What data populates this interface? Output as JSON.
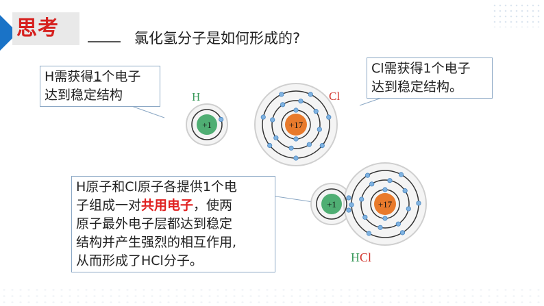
{
  "header": {
    "title": "思考",
    "question": "氯化氢分子是如何形成的?"
  },
  "callouts": {
    "h": {
      "line1_pre": "H需获得",
      "line1_num": "1",
      "line1_post": "个电子",
      "line2": "达到稳定结构"
    },
    "cl": {
      "line1": "Cl需获得1个电子",
      "line2": "达到稳定结构。"
    },
    "hcl": {
      "line1": "H原子和Cl原子各提供1个电",
      "line2_pre": "子组成一对",
      "line2_red": "共用电子",
      "line2_post": "，使两",
      "line3": "原子最外电子层都达到稳定",
      "line4": "结构并产生强烈的相互作用,",
      "line5": "从而形成了HCl分子。"
    }
  },
  "diagram": {
    "h_label": "H",
    "cl_label": "Cl",
    "h_nucleus": "+1",
    "cl_nucleus": "+17",
    "hcl_h_nucleus": "+1",
    "hcl_cl_nucleus": "+17",
    "hcl_label_h": "H",
    "hcl_label_cl": "Cl",
    "colors": {
      "h_nucleus": "#4fae73",
      "cl_nucleus": "#e87a2c",
      "electron": "#7fb2e0",
      "h_label": "#3a9a5b",
      "cl_label": "#d2332b"
    }
  }
}
